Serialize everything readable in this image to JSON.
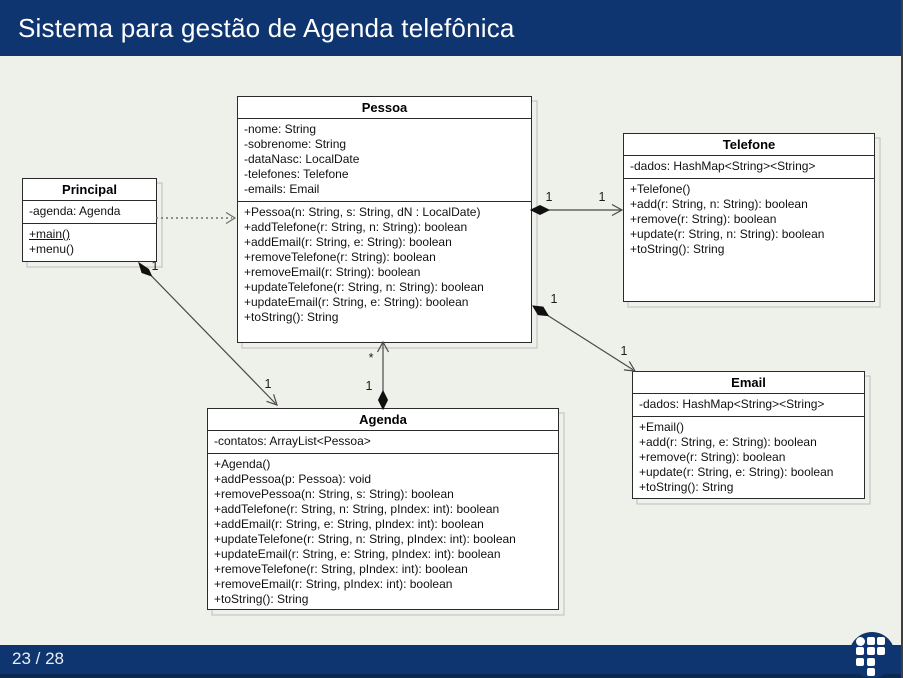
{
  "slide": {
    "title": "Sistema para gestão de Agenda telefônica",
    "page_indicator": "23 / 28"
  },
  "colors": {
    "navy": "#0e3570",
    "body_bg": "#eef0ea",
    "box_border": "#2b2b2b",
    "box_shadow": "#bdbdbd",
    "line": "#4a4a4a"
  },
  "classes": {
    "pessoa": {
      "name": "Pessoa",
      "attributes": [
        "-nome: String",
        "-sobrenome: String",
        "-dataNasc: LocalDate",
        "-telefones: Telefone",
        "-emails: Email"
      ],
      "methods": [
        "+Pessoa(n: String, s: String, dN : LocalDate)",
        "+addTelefone(r: String, n: String): boolean",
        "+addEmail(r: String, e: String): boolean",
        "+removeTelefone(r: String): boolean",
        "+removeEmail(r: String): boolean",
        "+updateTelefone(r: String, n: String): boolean",
        "+updateEmail(r: String, e: String): boolean",
        "+toString(): String"
      ]
    },
    "telefone": {
      "name": "Telefone",
      "attributes": [
        "-dados: HashMap<String><String>"
      ],
      "methods": [
        "+Telefone()",
        "+add(r: String, n: String): boolean",
        "+remove(r: String): boolean",
        "+update(r: String, n: String): boolean",
        "+toString(): String"
      ]
    },
    "principal": {
      "name": "Principal",
      "attributes": [
        "-agenda: Agenda"
      ],
      "methods": [
        "+main()",
        "+menu()"
      ],
      "static_index": 0
    },
    "email": {
      "name": "Email",
      "attributes": [
        "-dados: HashMap<String><String>"
      ],
      "methods": [
        "+Email()",
        "+add(r: String, e: String): boolean",
        "+remove(r: String): boolean",
        "+update(r: String, e: String): boolean",
        "+toString(): String"
      ]
    },
    "agenda": {
      "name": "Agenda",
      "attributes": [
        "-contatos: ArrayList<Pessoa>"
      ],
      "methods": [
        "+Agenda()",
        "+addPessoa(p: Pessoa): void",
        "+removePessoa(n: String, s: String): boolean",
        "+addTelefone(r: String, n: String, pIndex: int): boolean",
        "+addEmail(r: String, e: String, pIndex: int): boolean",
        "+updateTelefone(r: String, n: String, pIndex: int): boolean",
        "+updateEmail(r: String, e: String, pIndex: int): boolean",
        "+removeTelefone(r: String, pIndex: int): boolean",
        "+removeEmail(r: String, pIndex: int): boolean",
        "+toString(): String"
      ]
    }
  },
  "connectors": {
    "principal_pessoa": {
      "type": "dependency",
      "source": "Principal",
      "target": "Pessoa"
    },
    "pessoa_telefone": {
      "type": "composition",
      "source": "Pessoa",
      "target": "Telefone",
      "source_label": "1",
      "target_label": "1"
    },
    "pessoa_email": {
      "type": "composition",
      "source": "Pessoa",
      "target": "Email",
      "source_label": "1",
      "target_label": "1"
    },
    "principal_agenda": {
      "type": "composition",
      "source": "Principal",
      "target": "Agenda",
      "source_label": "1",
      "target_label": "1"
    },
    "agenda_pessoa": {
      "type": "composition",
      "source": "Agenda",
      "target": "Pessoa",
      "source_label": "1",
      "target_label": "*"
    }
  }
}
